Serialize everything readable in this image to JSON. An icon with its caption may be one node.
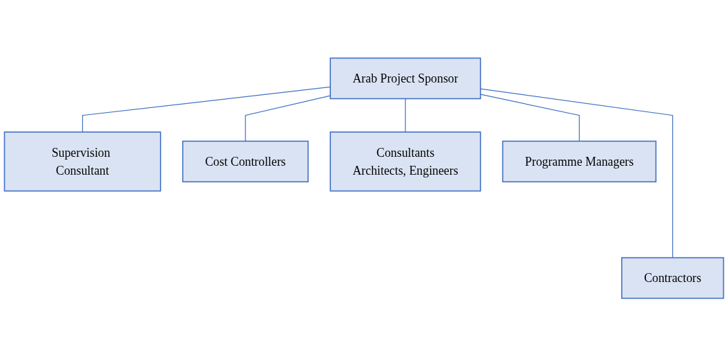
{
  "diagram": {
    "nodes": [
      {
        "text": [
          "Arab Project Sponsor"
        ]
      },
      {
        "text": [
          "Supervision Consultant"
        ]
      },
      {
        "text": [
          "Cost Controllers"
        ]
      },
      {
        "text": [
          "Consultants",
          "Architects, Engineers"
        ]
      },
      {
        "text": [
          "Programme Managers"
        ]
      },
      {
        "text": [
          "Contractors"
        ]
      }
    ],
    "edges": [
      {
        "from": 0,
        "to": 1,
        "arrow": "none"
      },
      {
        "from": 0,
        "to": 2,
        "arrow": "none"
      },
      {
        "from": 0,
        "to": 5,
        "arrow": "none"
      },
      {
        "from": 0,
        "to": 3,
        "arrow": "none"
      },
      {
        "from": 0,
        "to": 4,
        "arrow": "none"
      }
    ]
  }
}
